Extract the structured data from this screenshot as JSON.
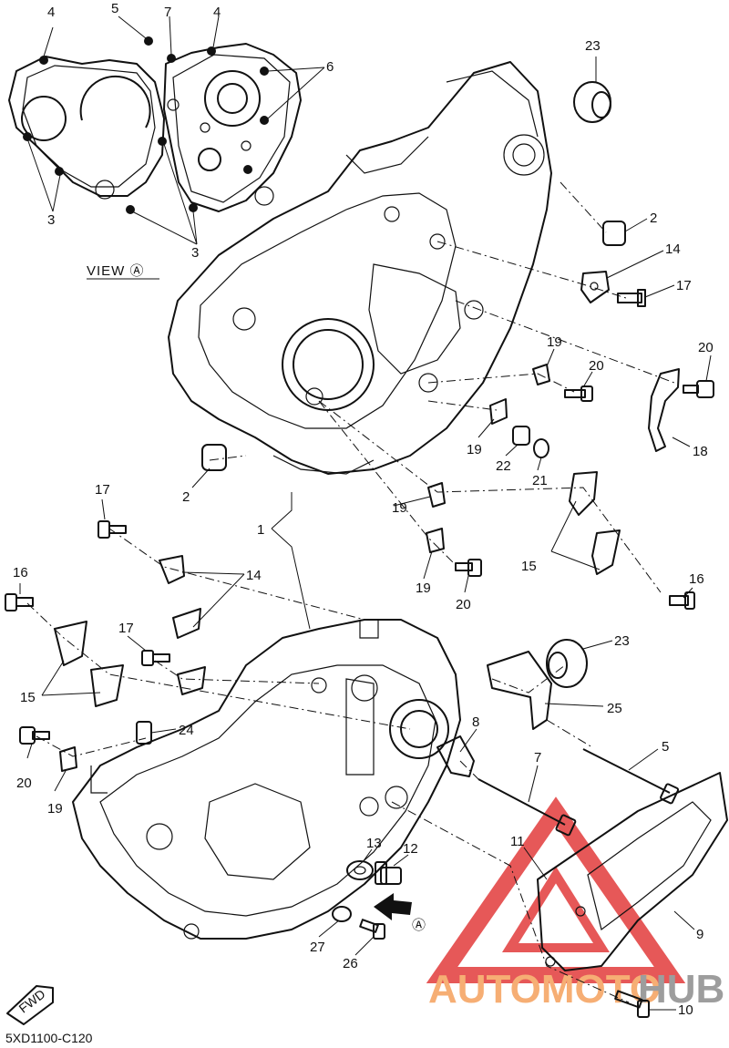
{
  "view_label": "VIEW Ⓐ",
  "arrow_marker": "Ⓐ",
  "diagram_code": "5XD1100-C120",
  "fwd_label": "FWD",
  "watermark": {
    "text_orange": "AUTOMOTO",
    "text_gray": "HUB",
    "color_orange": "#f5a15c",
    "color_gray": "#8c8c8c",
    "color_red": "#e23b3b"
  },
  "callouts": {
    "c1": "1",
    "c2a": "2",
    "c2b": "2",
    "c3a": "3",
    "c3b": "3",
    "c4a": "4",
    "c4b": "4",
    "c5a": "5",
    "c5b": "5",
    "c6": "6",
    "c7a": "7",
    "c7b": "7",
    "c8": "8",
    "c9": "9",
    "c10": "10",
    "c11": "11",
    "c12": "12",
    "c13": "13",
    "c14a": "14",
    "c14b": "14",
    "c15a": "15",
    "c15b": "15",
    "c16a": "16",
    "c16b": "16",
    "c17a": "17",
    "c17b": "17",
    "c17c": "17",
    "c18": "18",
    "c19a": "19",
    "c19b": "19",
    "c19c": "19",
    "c19d": "19",
    "c19e": "19",
    "c20a": "20",
    "c20b": "20",
    "c20c": "20",
    "c20d": "20",
    "c21": "21",
    "c22": "22",
    "c23a": "23",
    "c23b": "23",
    "c24": "24",
    "c25": "25",
    "c26": "26",
    "c27": "27"
  }
}
